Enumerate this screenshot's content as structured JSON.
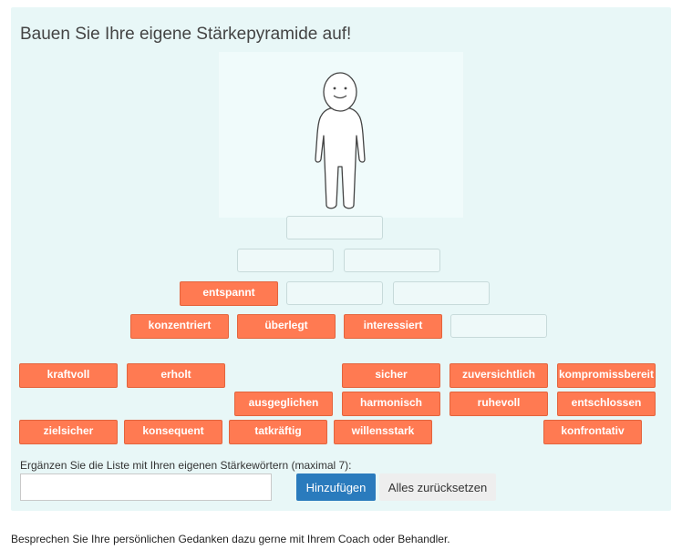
{
  "title": "Bauen Sie Ihre eigene Stärkepyramide auf!",
  "pyramid": {
    "placed": [
      "entspannt",
      "konzentriert",
      "überlegt",
      "interessiert"
    ]
  },
  "pool": {
    "words": [
      "kraftvoll",
      "erholt",
      "sicher",
      "zuversichtlich",
      "kompromissbereit",
      "ausgeglichen",
      "harmonisch",
      "ruhevoll",
      "entschlossen",
      "zielsicher",
      "konsequent",
      "tatkräftig",
      "willensstark",
      "konfrontativ"
    ]
  },
  "form": {
    "instruction": "Ergänzen Sie die Liste mit Ihren eigenen Stärkewörtern (maximal 7):",
    "input_value": "",
    "add_label": "Hinzufügen",
    "reset_label": "Alles zurücksetzen"
  },
  "footer": "Besprechen Sie Ihre persönlichen Gedanken dazu gerne mit Ihrem Coach oder Behandler.",
  "colors": {
    "word_bg": "#ff7a52",
    "panel_bg": "#e8f7f7",
    "primary_button": "#2a7bbd"
  },
  "icons": {
    "figure": "stick-figure-person"
  }
}
